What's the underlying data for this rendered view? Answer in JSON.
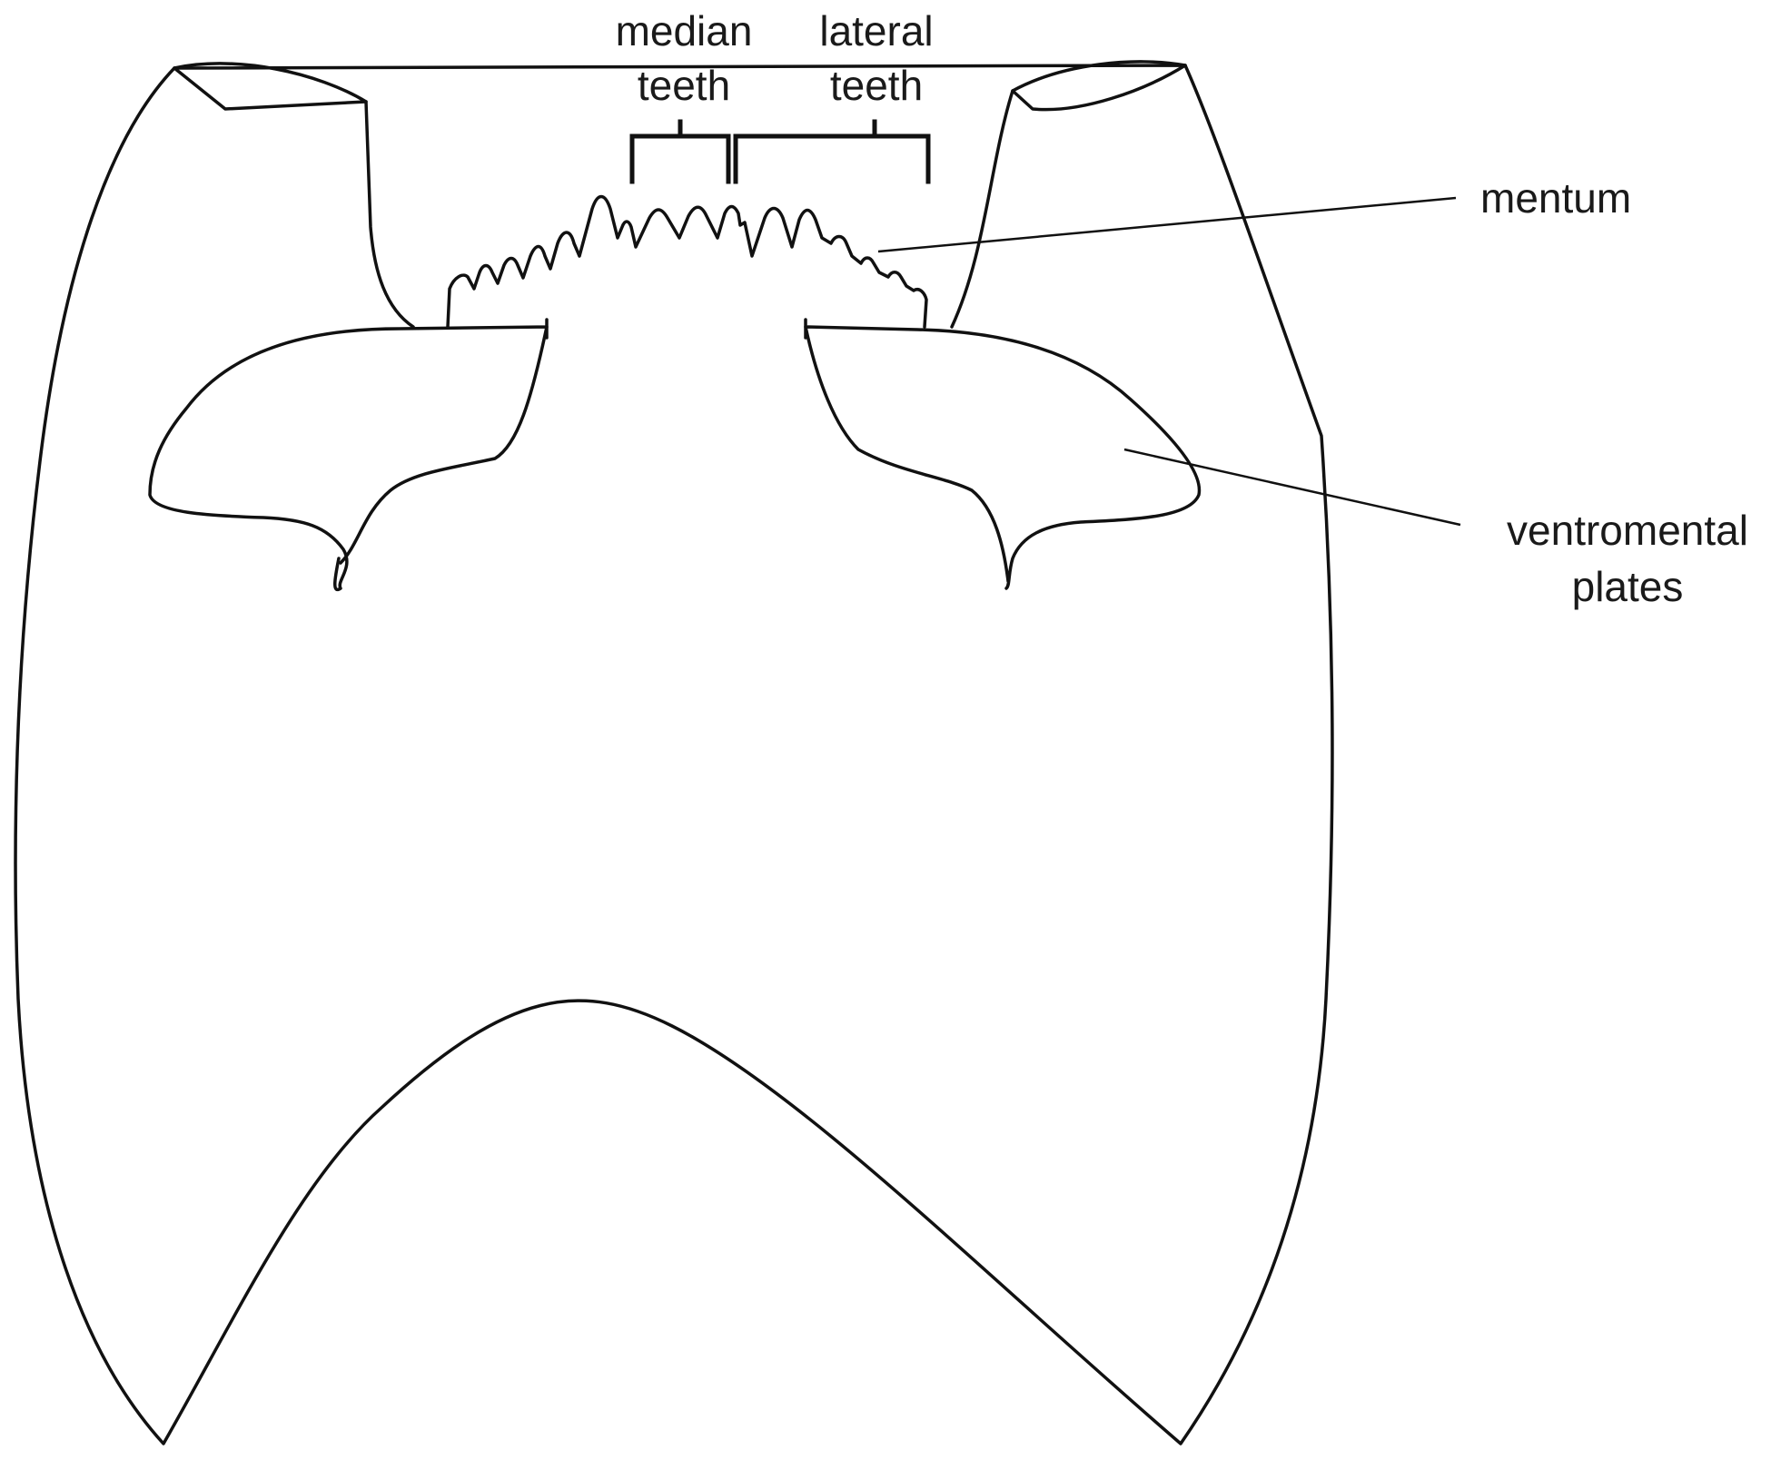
{
  "labels": {
    "median_teeth": [
      "median",
      "teeth"
    ],
    "lateral_teeth": [
      "lateral",
      "teeth"
    ],
    "mentum": "mentum",
    "ventromental_plates": [
      "ventromental",
      "plates"
    ]
  },
  "colors": {
    "line": "#111111",
    "background": "#ffffff"
  }
}
